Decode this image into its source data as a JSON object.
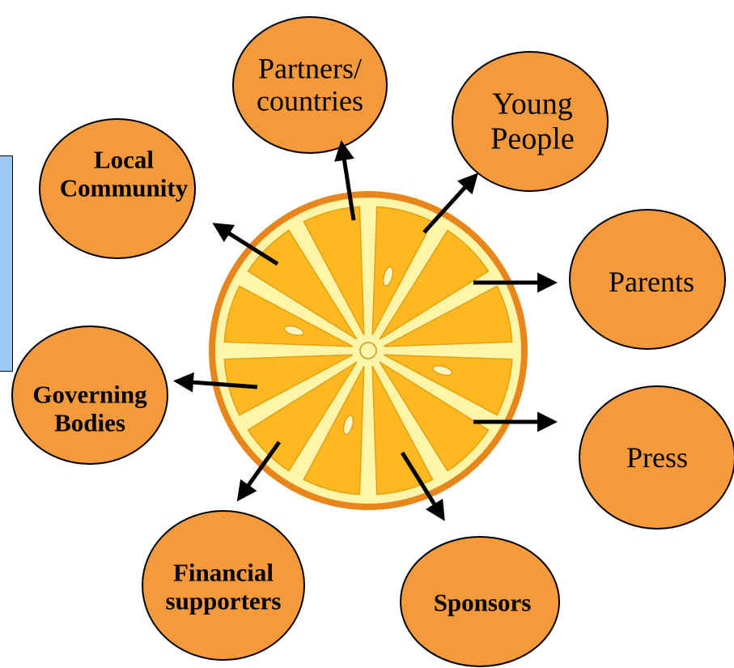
{
  "diagram": {
    "colors": {
      "node_fill": "#f49a3a",
      "node_stroke": "#000000",
      "side_panel": "#9cc9f5",
      "orange_rind": "#e8861c",
      "orange_pith": "#fff5a8",
      "orange_segment": "#ffb81f"
    },
    "center_icon": "orange-slice-icon",
    "nodes": [
      {
        "id": "partners",
        "lines": [
          "Partners/",
          "countries"
        ],
        "bold": false
      },
      {
        "id": "young",
        "lines": [
          "Young",
          "People"
        ],
        "bold": false
      },
      {
        "id": "local",
        "lines": [
          "Local",
          "Community"
        ],
        "bold": true
      },
      {
        "id": "parents",
        "lines": [
          "Parents"
        ],
        "bold": false
      },
      {
        "id": "governing",
        "lines": [
          "Governing",
          "Bodies"
        ],
        "bold": true
      },
      {
        "id": "press",
        "lines": [
          "Press"
        ],
        "bold": false
      },
      {
        "id": "financial",
        "lines": [
          "Financial",
          "supporters"
        ],
        "bold": true
      },
      {
        "id": "sponsors",
        "lines": [
          "Sponsors"
        ],
        "bold": true
      }
    ]
  }
}
